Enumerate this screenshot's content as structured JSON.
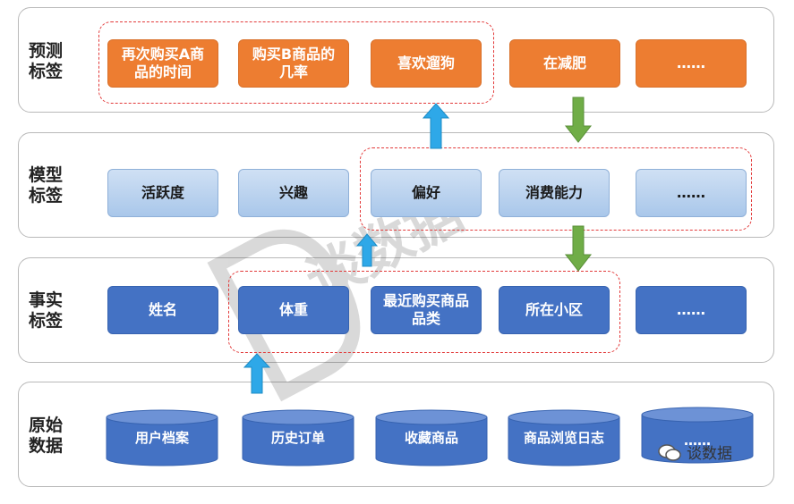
{
  "layers": [
    {
      "label": "预测\n标签"
    },
    {
      "label": "模型\n标签"
    },
    {
      "label": "事实\n标签"
    },
    {
      "label": "原始\n数据"
    }
  ],
  "prediction": [
    "再次购买A商\n品的时间",
    "购买B商品的\n几率",
    "喜欢遛狗",
    "在减肥",
    "……"
  ],
  "model": [
    "活跃度",
    "兴趣",
    "偏好",
    "消费能力",
    "……"
  ],
  "fact": [
    "姓名",
    "体重",
    "最近购买商品\n品类",
    "所在小区",
    "……"
  ],
  "raw": [
    "用户档案",
    "历史订单",
    "收藏商品",
    "商品浏览日志",
    "……"
  ],
  "watermark": {
    "big": "谈数据",
    "account": "谈数据"
  },
  "colors": {
    "orange": "#ed7d31",
    "dark_blue": "#4472c4",
    "light_blue": "#a9c7ea",
    "cyan_arrow": "#2ea8e8",
    "green_arrow": "#70ad47",
    "dash_red": "#e23a3a"
  }
}
